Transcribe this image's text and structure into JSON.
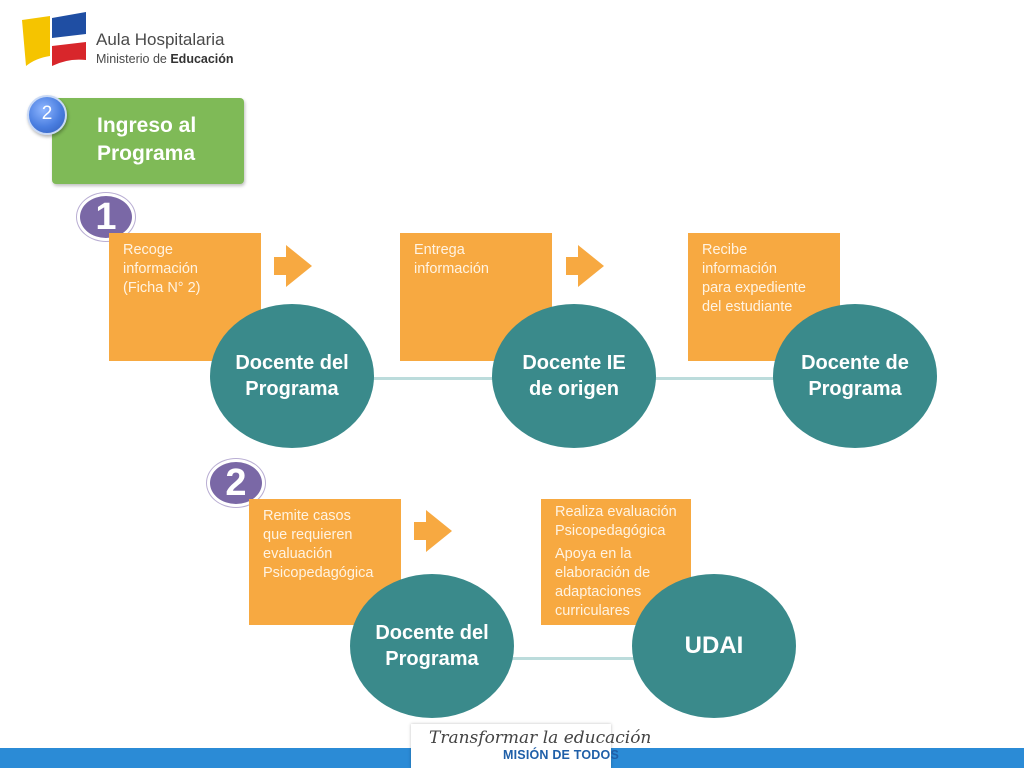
{
  "header": {
    "logo_line1": "Aula Hospitalaria",
    "logo_line2_prefix": "Ministerio de ",
    "logo_line2_bold": "Educación"
  },
  "title": {
    "number": "2",
    "line1": "Ingreso al",
    "line2": "Programa"
  },
  "steps": [
    {
      "number": "1"
    },
    {
      "number": "2"
    }
  ],
  "row1": [
    {
      "card_lines": [
        "Recoge",
        "información",
        "(Ficha N° 2)"
      ],
      "node_line1": "Docente del",
      "node_line2": "Programa"
    },
    {
      "card_lines": [
        "Entrega",
        "información"
      ],
      "node_line1": "Docente IE",
      "node_line2": "de origen"
    },
    {
      "card_lines": [
        "Recibe",
        "información",
        "para expediente",
        "del estudiante"
      ],
      "node_line1": "Docente de",
      "node_line2": "Programa"
    }
  ],
  "row2": [
    {
      "card_lines": [
        "Remite casos",
        "que requieren",
        "evaluación",
        "Psicopedagógica"
      ],
      "node_line1": "Docente del",
      "node_line2": "Programa"
    },
    {
      "card_para1": "Realiza evaluación Psicopedagógica",
      "card_para2": "Apoya en la elaboración de adaptaciones curriculares",
      "node_line1": "UDAI"
    }
  ],
  "footer": {
    "line1": "Transformar la educación",
    "line2": "MISIÓN DE TODOS"
  },
  "colors": {
    "orange": "#f7a941",
    "teal": "#3a8a8b",
    "green": "#7fba57",
    "purple": "#7a68a6",
    "blue": "#2b8bd6"
  }
}
